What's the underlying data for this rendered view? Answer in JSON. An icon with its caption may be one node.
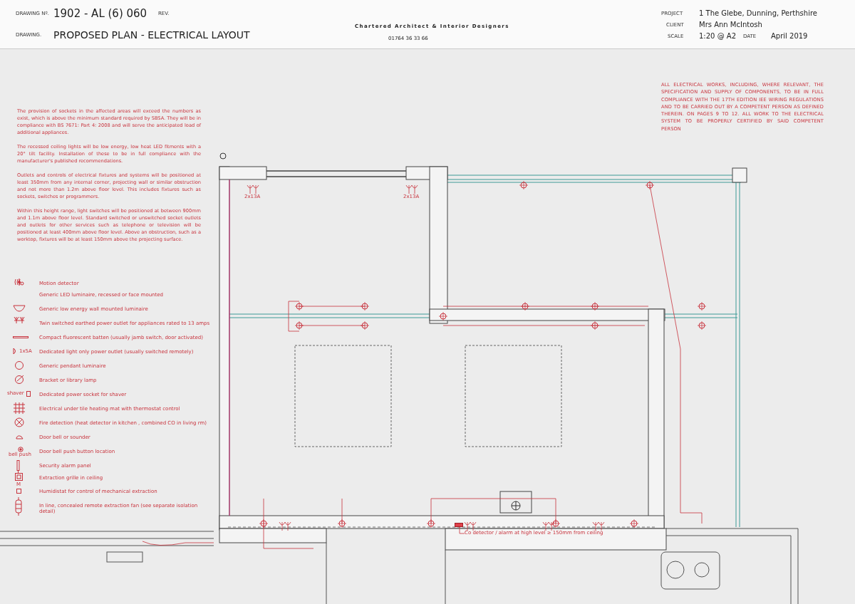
{
  "diagram": {
    "title": "PROPOSED PLAN - ELECTRICAL LAYOUT",
    "nodes": [
      {
        "text": [
          "Co detector / alarm at high level ≥ 150mm from ceiling"
        ]
      },
      {
        "text": [],
        "shape": "box"
      }
    ],
    "edges": [
      {
        "from": 0,
        "to": 1,
        "arrow": "none"
      }
    ],
    "labels": [
      "DRAWING Nº.",
      "1902 - AL (6) 060",
      "REV.",
      "DRAWING.",
      "Chartered Architect & Interior Designers",
      "01764 36 33 66",
      "PROJECT",
      "1 The Glebe, Dunning, Perthshire",
      "CLIENT",
      "Mrs Ann McIntosh",
      "SCALE",
      "1:20 @ A2",
      "DATE",
      "April 2019",
      "ALL ELECTRICAL WORKS, INCLUDING, WHERE RELEVANT, THE SPECIFICATION AND SUPPLY OF COMPONENTS, TO BE IN FULL COMPLIANCE WITH THE 17TH EDITION IEE WIRING REGULATIONS AND TO BE CARRIED OUT BY A COMPETENT PERSON AS DEFINED THEREIN. ON PAGES 9 TO 12. ALL WORK TO THE ELECTRICAL SYSTEM TO BE PROPERLY CERTIFIED BY SAID COMPETENT PERSON",
      "The provision of sockets in the affected areas will exceed the numbers as exist, which is above the minimum standard required by SBSA. They will be in compliance with BS 7671: Part 4: 2008 and will serve the anticipated load of additional appliances.",
      "The recessed ceiling lights will be low energy, low heat LED fitments with a 20° tilt facility. Installation of these to be in full compliance with the manufacturer's published recommendations.",
      "Outlets and controls of electrical fixtures and systems will be positioned at least 350mm from any internal corner, projecting wall or similar obstruction and not more than 1.2m above floor level. This includes fixtures such as sockets, switches or programmers.",
      "Within this height range, light switches will be positioned at between 900mm and 1.1m above floor level. Standard switched or unswitched socket outlets and outlets for other services such as telephone or television will be positioned at least 400mm above floor level. Above an obstruction, such as a worktop, fixtures will be at least 150mm above the projecting surface.",
      "2x13A",
      "2x13A",
      "1x5A",
      "shaver",
      "bell push",
      "M"
    ],
    "legend": [
      {
        "text": "Motion detector"
      },
      {
        "text": "Generic LED luminaire, recessed or face mounted"
      },
      {
        "text": "Generic low energy wall mounted luminaire"
      },
      {
        "text": "Twin switched earthed power outlet for appliances rated to 13 amps"
      },
      {
        "text": "Compact fluorescent batten (usually jamb switch, door activated)"
      },
      {
        "text": "Dedicated light only power outlet (usually switched remotely)"
      },
      {
        "text": "Generic pendant luminaire"
      },
      {
        "text": "Bracket or library lamp"
      },
      {
        "text": "Dedicated power socket for shaver"
      },
      {
        "text": "Electrical under tile heating mat with thermostat control"
      },
      {
        "text": "Fire detection (heat detector in kitchen , combined CO in living rm)"
      },
      {
        "text": "Door bell or sounder"
      },
      {
        "text": "Door bell push button location"
      },
      {
        "text": "Security alarm panel"
      },
      {
        "text": "Extraction grille in ceiling"
      },
      {
        "text": "Humidistat for control of mechanical extraction"
      },
      {
        "text": "In line, concealed remote extraction fan (see separate isolation detail)"
      }
    ]
  }
}
